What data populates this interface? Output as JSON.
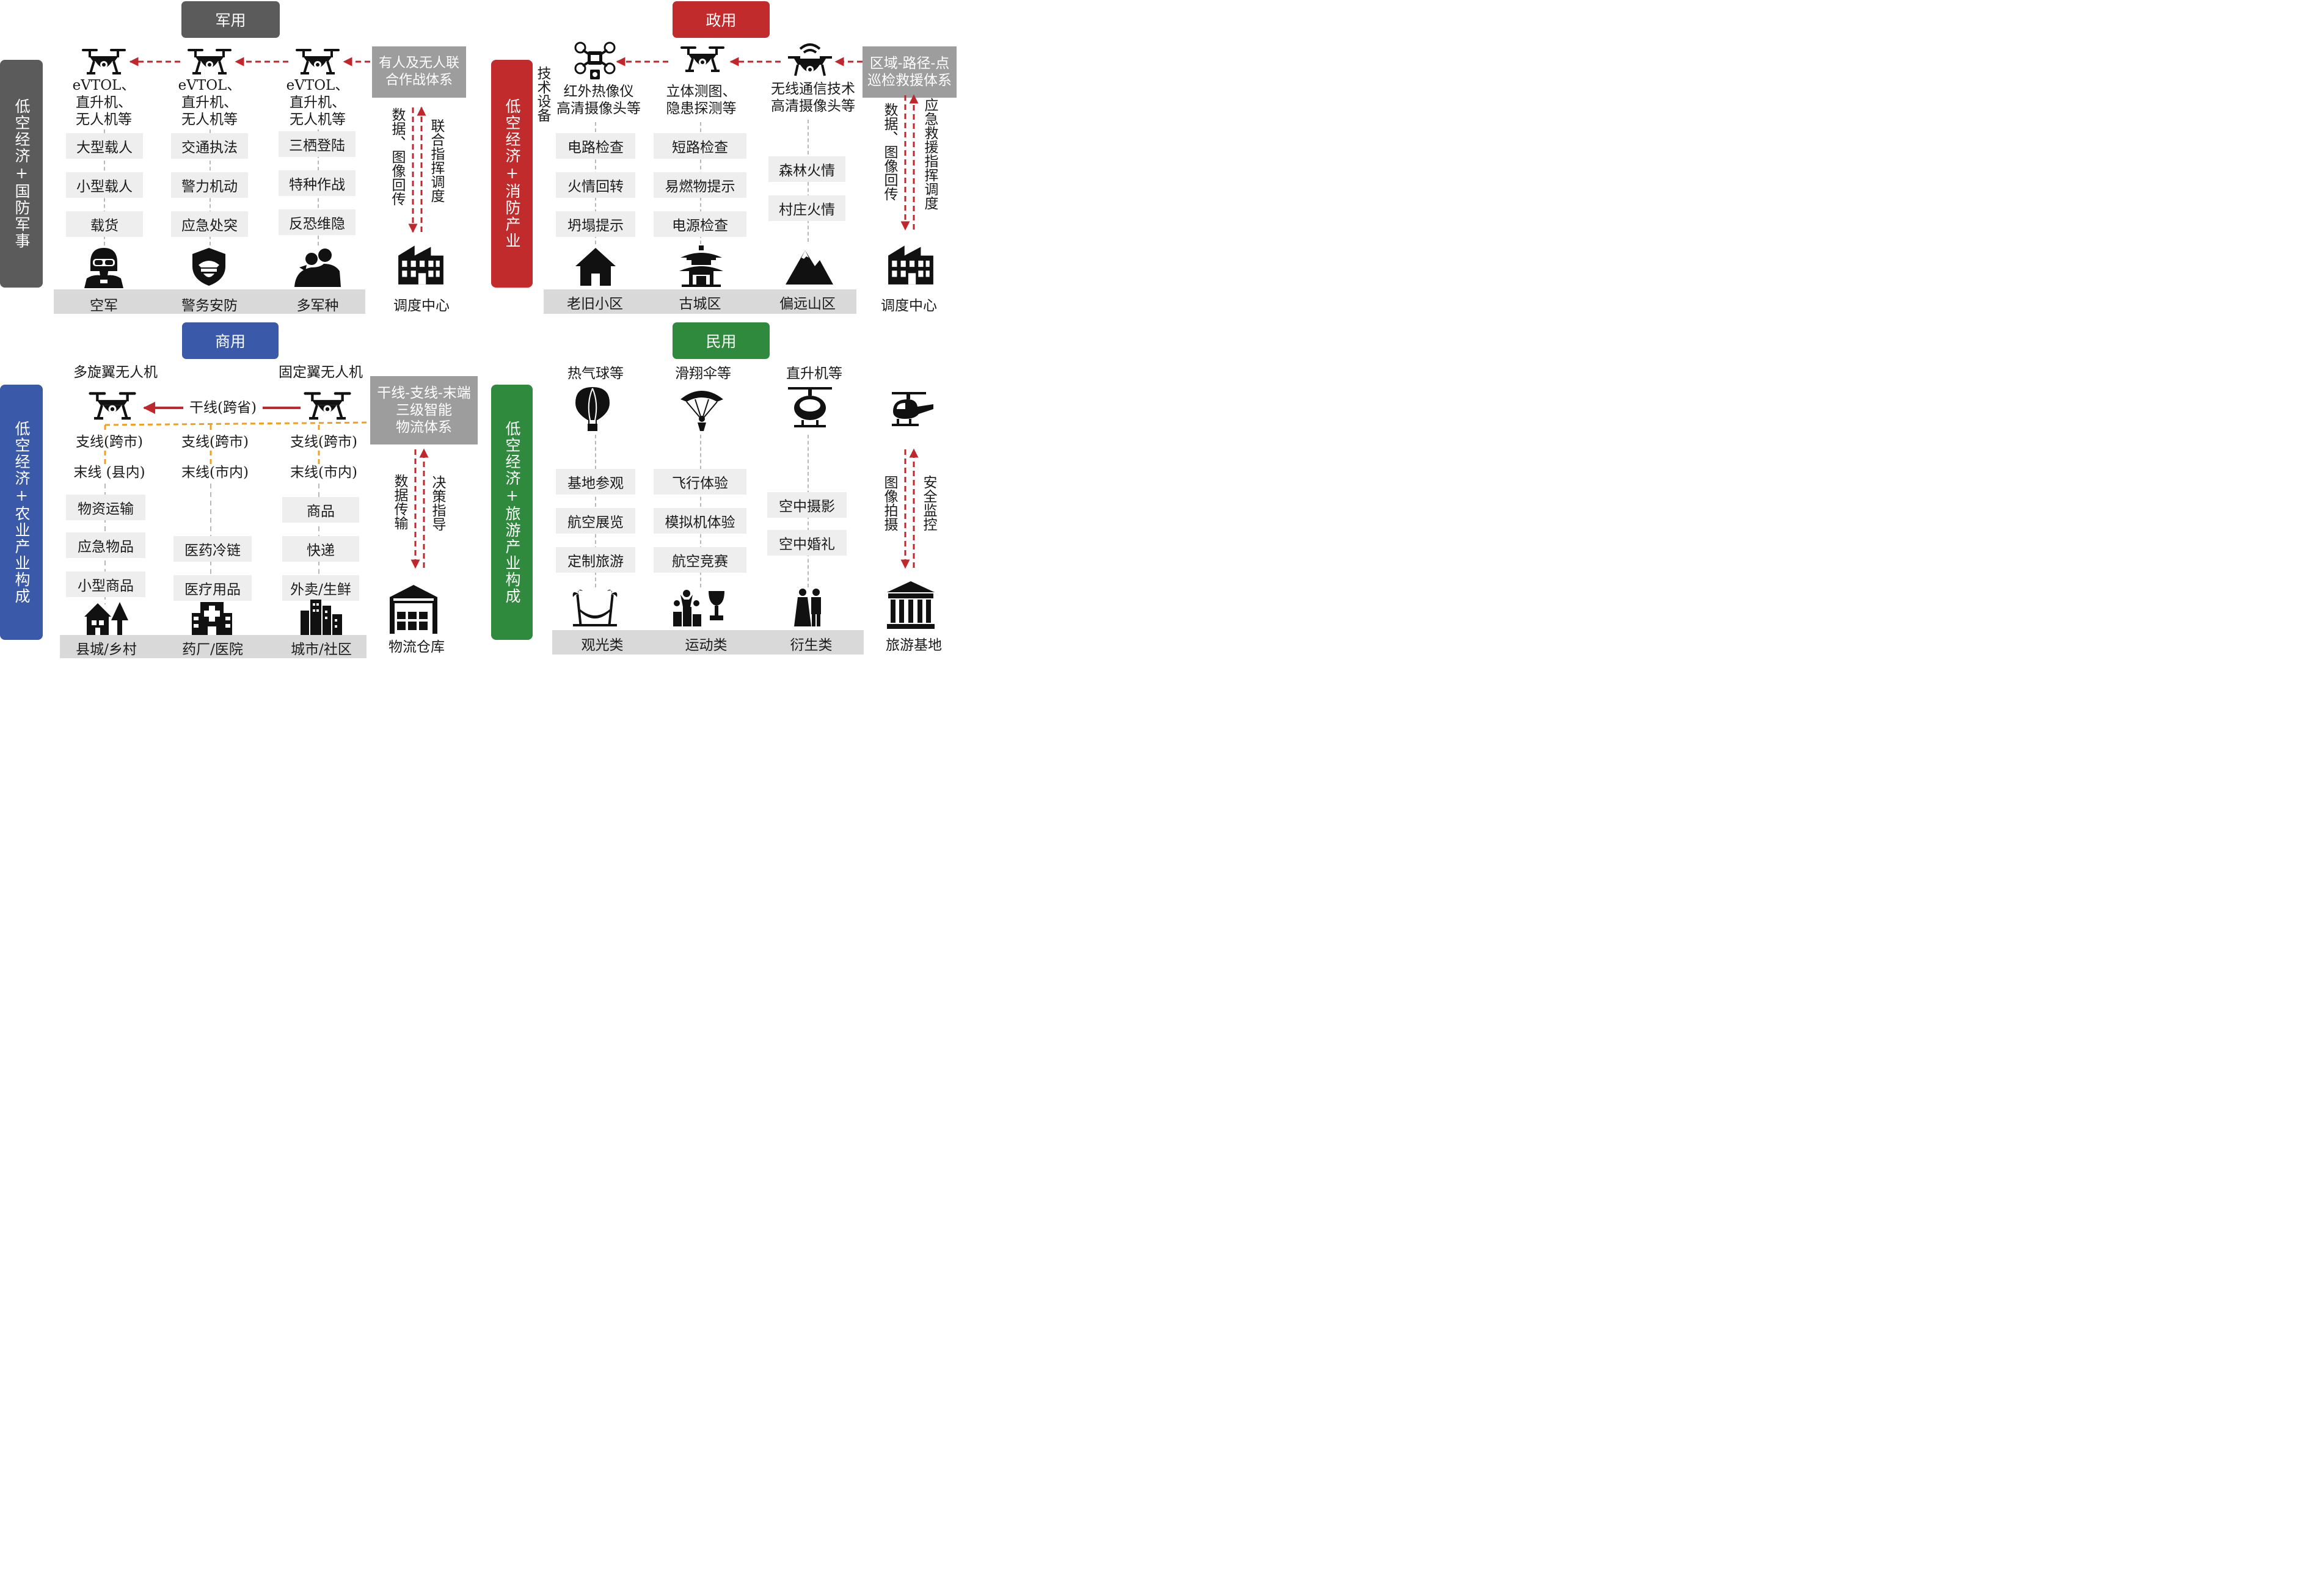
{
  "colors": {
    "military": "#5b5b5b",
    "gov": "#c12b2b",
    "commercial": "#3a59a8",
    "civil": "#2f8a3d",
    "arrow_red": "#c0272d",
    "orange_dash": "#f0a020"
  },
  "military": {
    "header": "军用",
    "side": "低空经济+国防军事",
    "aircraft": "eVTOL、\n直升机、\n无人机等",
    "system": "有人及无人联合作战体系",
    "left_arrow": "数据、图像回传",
    "right_arrow": "联合指挥调度",
    "columns": [
      {
        "items": [
          "大型载人",
          "小型载人",
          "载货"
        ],
        "label": "空军",
        "icon": "pilot-icon"
      },
      {
        "items": [
          "交通执法",
          "警力机动",
          "应急处突"
        ],
        "label": "警务安防",
        "icon": "police-badge-icon"
      },
      {
        "items": [
          "三栖登陆",
          "特种作战",
          "反恐维隐"
        ],
        "label": "多军种",
        "icon": "soldiers-icon"
      }
    ],
    "center": "调度中心"
  },
  "gov": {
    "header": "政用",
    "side": "低空经济+消防产业",
    "tech": "技术设备",
    "system": "区域-路径-点巡检救援体系",
    "left_arrow": "数据、图像回传",
    "right_arrow": "应急救援指挥调度",
    "columns": [
      {
        "tech": "红外热像仪\n高清摄像头等",
        "items": [
          "电路检查",
          "火情回转",
          "坍塌提示"
        ],
        "label": "老旧小区",
        "icon": "house-icon"
      },
      {
        "tech": "立体测图、\n隐患探测等",
        "items": [
          "短路检查",
          "易燃物提示",
          "电源检查"
        ],
        "label": "古城区",
        "icon": "pagoda-icon"
      },
      {
        "tech": "无线通信技术\n高清摄像头等",
        "items": [
          "森林火情",
          "村庄火情"
        ],
        "label": "偏远山区",
        "icon": "mountain-icon"
      }
    ],
    "center": "调度中心"
  },
  "commercial": {
    "header": "商用",
    "side": "低空经济+农业产业构成",
    "multi": "多旋翼无人机",
    "fixed": "固定翼无人机",
    "trunk": "干线(跨省)",
    "system": "干线-支线-末端\n三级智能\n物流体系",
    "left_arrow": "数据传输",
    "right_arrow": "决策指导",
    "columns": [
      {
        "branch": "支线(跨市)",
        "end": "末线 (县内)",
        "items": [
          "物资运输",
          "应急物品",
          "小型商品"
        ],
        "label": "县城/乡村",
        "icon": "village-icon"
      },
      {
        "branch": "支线(跨市)",
        "end": "末线(市内)",
        "items": [
          "医药冷链",
          "医疗用品"
        ],
        "label": "药厂/医院",
        "icon": "hospital-icon"
      },
      {
        "branch": "支线(跨市)",
        "end": "末线(市内)",
        "items": [
          "商品",
          "快递",
          "外卖/生鲜"
        ],
        "label": "城市/社区",
        "icon": "city-icon"
      }
    ],
    "center": "物流仓库"
  },
  "civil": {
    "header": "民用",
    "side": "低空经济+旅游产业构成",
    "left_arrow": "图像拍摄",
    "right_arrow": "安全监控",
    "columns": [
      {
        "title": "热气球等",
        "items": [
          "基地参观",
          "航空展览",
          "定制旅游"
        ],
        "label": "观光类",
        "icon": "balloon-icon",
        "bottom_icon": "hammock-icon"
      },
      {
        "title": "滑翔伞等",
        "items": [
          "飞行体验",
          "模拟机体验",
          "航空竞赛"
        ],
        "label": "运动类",
        "icon": "paraglider-icon",
        "bottom_icon": "podium-icon"
      },
      {
        "title": "直升机等",
        "items": [
          "空中摄影",
          "空中婚礼"
        ],
        "label": "衍生类",
        "icon": "helicopter-front-icon",
        "bottom_icon": "couple-icon"
      }
    ],
    "center": "旅游基地"
  }
}
